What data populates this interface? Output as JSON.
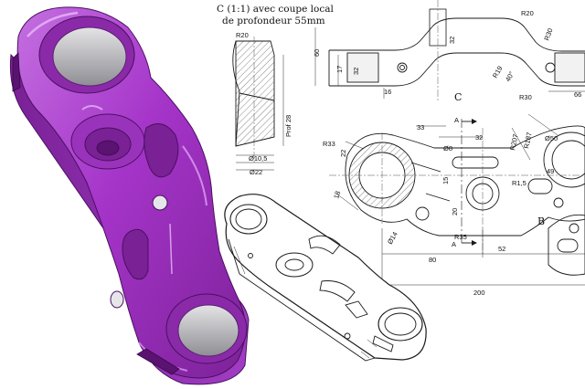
{
  "colors": {
    "render_purple": "#a534c9",
    "render_dark": "#6f1f8a",
    "render_light": "#c889e0",
    "steel": "#b8b8bc",
    "ink": "#1a1a1a"
  },
  "section": {
    "caption_line1": "C (1:1) avec coupe local",
    "caption_line2": "de profondeur 55mm",
    "r20": "R20",
    "prof": "Prof 28",
    "d10": "Ø10,5",
    "d22": "Ø22"
  },
  "elevation": {
    "r20": "R20",
    "r30a": "R30",
    "r30b": "R30",
    "r19": "R19",
    "angle": "40°",
    "d32": "32",
    "d60": "60",
    "d17": "17",
    "d32b": "32",
    "d16": "16",
    "d66": "66",
    "label_c": "C"
  },
  "plan": {
    "a_top": "A",
    "a_bottom": "A",
    "label_b": "B",
    "d33": "33",
    "d32": "32",
    "d8": "Ø8",
    "r33": "R33",
    "r207": "R207",
    "r187": "R187",
    "d50": "Ø50",
    "d22": "22",
    "d18": "18",
    "d15": "15",
    "r15": "R1,5",
    "d49": "49",
    "d20": "20",
    "d14": "Ø14",
    "r35": "R35",
    "d80": "80",
    "d52": "52",
    "d200": "200"
  }
}
